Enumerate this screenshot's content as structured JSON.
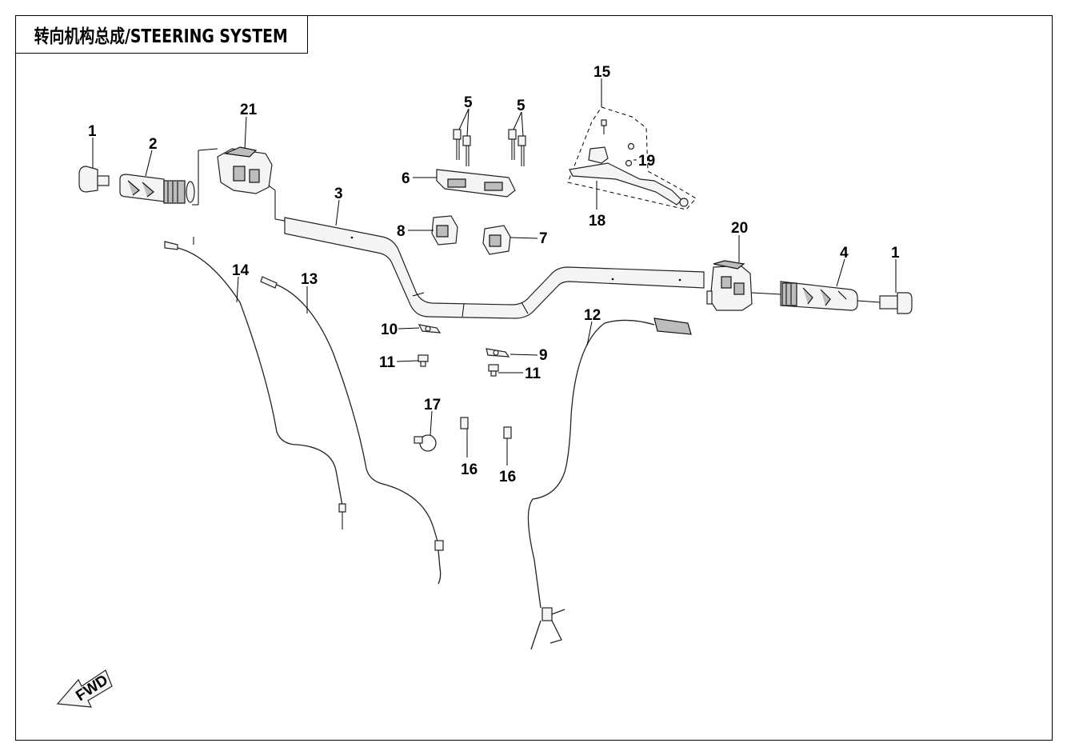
{
  "title": "转向机构总成/STEERING SYSTEM",
  "direction_label": "FWD",
  "callouts": [
    {
      "id": "c1a",
      "text": "1"
    },
    {
      "id": "c1b",
      "text": "1"
    },
    {
      "id": "c2",
      "text": "2"
    },
    {
      "id": "c3",
      "text": "3"
    },
    {
      "id": "c4",
      "text": "4"
    },
    {
      "id": "c5a",
      "text": "5"
    },
    {
      "id": "c5b",
      "text": "5"
    },
    {
      "id": "c6",
      "text": "6"
    },
    {
      "id": "c7",
      "text": "7"
    },
    {
      "id": "c8",
      "text": "8"
    },
    {
      "id": "c9",
      "text": "9"
    },
    {
      "id": "c10",
      "text": "10"
    },
    {
      "id": "c11a",
      "text": "11"
    },
    {
      "id": "c11b",
      "text": "11"
    },
    {
      "id": "c12",
      "text": "12"
    },
    {
      "id": "c13",
      "text": "13"
    },
    {
      "id": "c14",
      "text": "14"
    },
    {
      "id": "c15",
      "text": "15"
    },
    {
      "id": "c16a",
      "text": "16"
    },
    {
      "id": "c16b",
      "text": "16"
    },
    {
      "id": "c17",
      "text": "17"
    },
    {
      "id": "c18",
      "text": "18"
    },
    {
      "id": "c19",
      "text": "19"
    },
    {
      "id": "c20",
      "text": "20"
    },
    {
      "id": "c21",
      "text": "21"
    }
  ]
}
